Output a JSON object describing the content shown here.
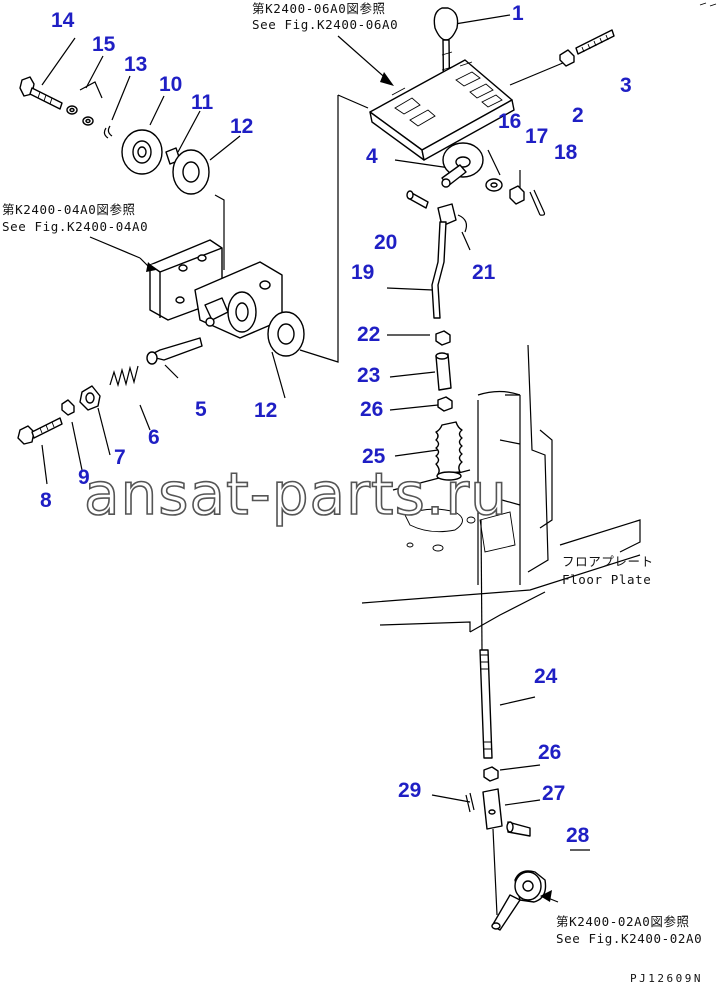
{
  "diagram": {
    "part_numbers": [
      "1",
      "2",
      "3",
      "4",
      "5",
      "6",
      "7",
      "8",
      "9",
      "10",
      "11",
      "12",
      "12",
      "13",
      "14",
      "15",
      "16",
      "17",
      "18",
      "19",
      "20",
      "21",
      "22",
      "23",
      "24",
      "25",
      "26",
      "26",
      "27",
      "28",
      "29"
    ],
    "references": {
      "top": {
        "line1": "第K2400-06A0図参照",
        "line2": "See Fig.K2400-06A0"
      },
      "left": {
        "line1": "第K2400-04A0図参照",
        "line2": "See Fig.K2400-04A0"
      },
      "bottom": {
        "line1": "第K2400-02A0図参照",
        "line2": "See Fig.K2400-02A0"
      }
    },
    "floor_plate": {
      "jp": "フロアプレート",
      "en": "Floor Plate"
    },
    "drawing_code": "PJ12609N",
    "watermark": "ansat-parts.ru"
  }
}
